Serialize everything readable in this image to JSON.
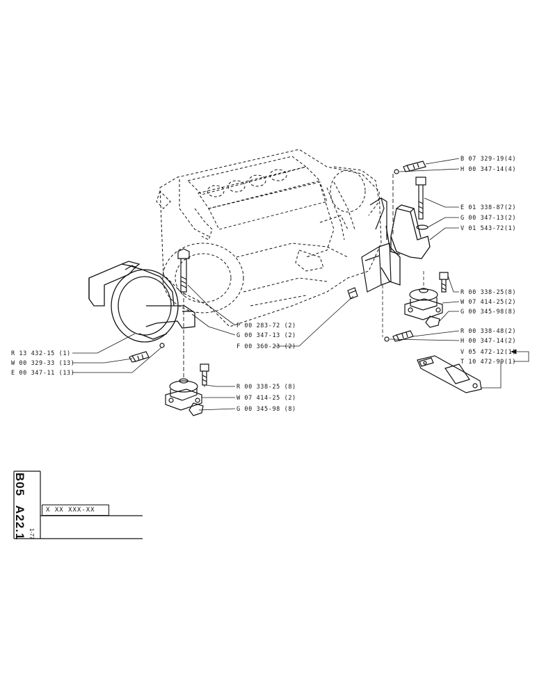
{
  "labels_right": [
    {
      "key": "b07329",
      "text": "B 07 329-19(4)"
    },
    {
      "key": "h00347a",
      "text": "H 00 347-14(4)"
    },
    {
      "key": "e01338",
      "text": "E 01 338-87(2)"
    },
    {
      "key": "g00347a",
      "text": "G 00 347-13(2)"
    },
    {
      "key": "v01543",
      "text": "V 01 543-72(1)"
    },
    {
      "key": "r00338a",
      "text": "R 00 338-25(8)"
    },
    {
      "key": "w07414a",
      "text": "W 07 414-25(2)"
    },
    {
      "key": "g00345a",
      "text": "G 00 345-98(8)"
    },
    {
      "key": "r00338b",
      "text": "R 00 338-48(2)"
    },
    {
      "key": "h00347b",
      "text": "H 00 347-14(2)"
    },
    {
      "key": "v05472",
      "text": "V 05 472-12(1)"
    },
    {
      "key": "t10472",
      "text": "T 10 472-99(1)"
    }
  ],
  "labels_center": [
    {
      "key": "p00283",
      "text": "P 00 283-72 (2)"
    },
    {
      "key": "g00347b",
      "text": "G 00 347-13 (2)"
    },
    {
      "key": "f00360",
      "text": "F 00 360-23 (2)"
    },
    {
      "key": "r00338c",
      "text": "R 00 338-25 (8)"
    },
    {
      "key": "w07414b",
      "text": "W 07 414-25 (2)"
    },
    {
      "key": "g00345b",
      "text": "G 00 345-98 (8)"
    }
  ],
  "labels_left": [
    {
      "key": "r13432",
      "text": "R 13 432-15 (1)"
    },
    {
      "key": "w00329",
      "text": "W 00 329-33 (13)"
    },
    {
      "key": "e00347",
      "text": "E 00 347-11 (13)"
    }
  ],
  "title_block": {
    "sheet_code_1": "B05",
    "sheet_code_2": "A22.1",
    "date": "1-77",
    "part_number": "X XX XXX-XX"
  }
}
